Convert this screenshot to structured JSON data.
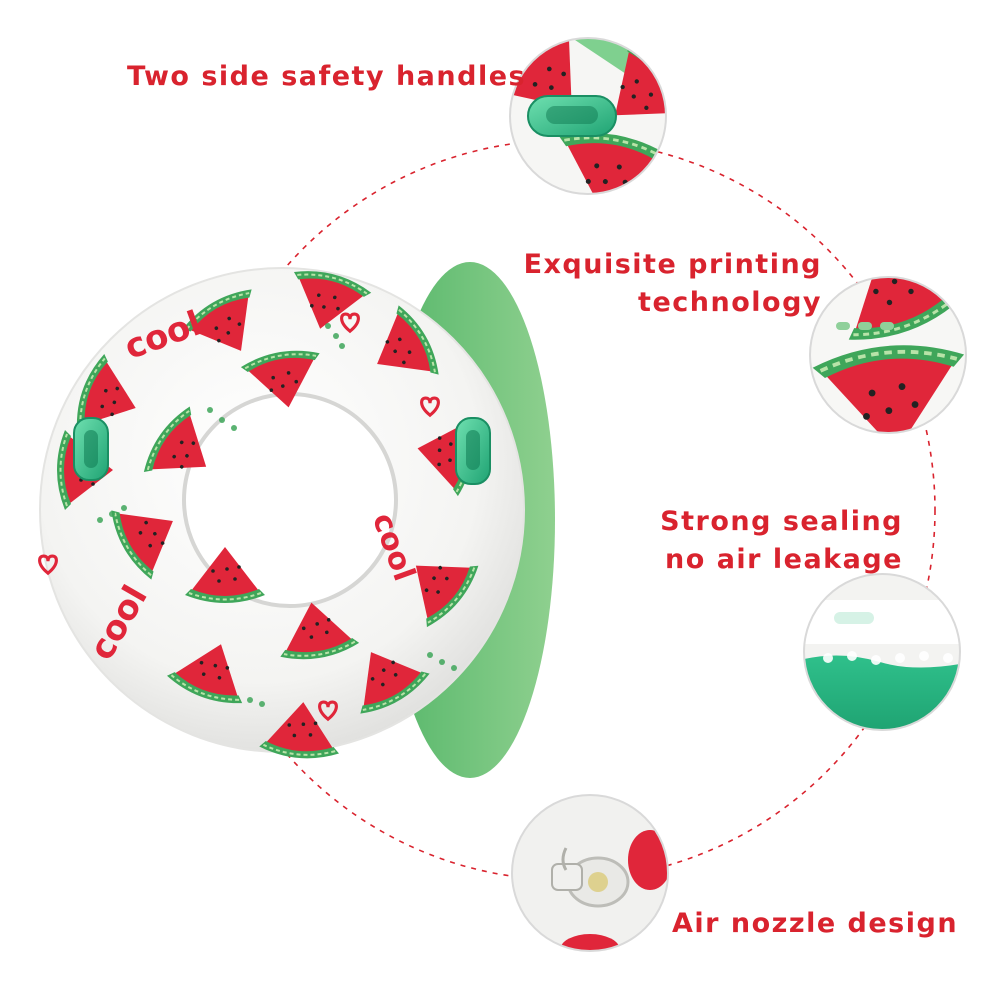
{
  "features": {
    "handles": "Two side safety handles",
    "printing_line1": "Exquisite printing",
    "printing_line2": "technology",
    "sealing_line1": "Strong sealing",
    "sealing_line2": "no air leakage",
    "nozzle": "Air nozzle design"
  },
  "ring_print_text": "cool",
  "colors": {
    "accent_red": "#d9232e",
    "melon_red": "#e0263a",
    "rind_green": "#3fa65a",
    "handle_green": "#2fbf8a",
    "ring_white": "#f7f7f5",
    "dashed_circle": "#d9232e"
  },
  "icons": [
    "watermelon-slice",
    "heart",
    "safety-handle",
    "air-valve"
  ]
}
